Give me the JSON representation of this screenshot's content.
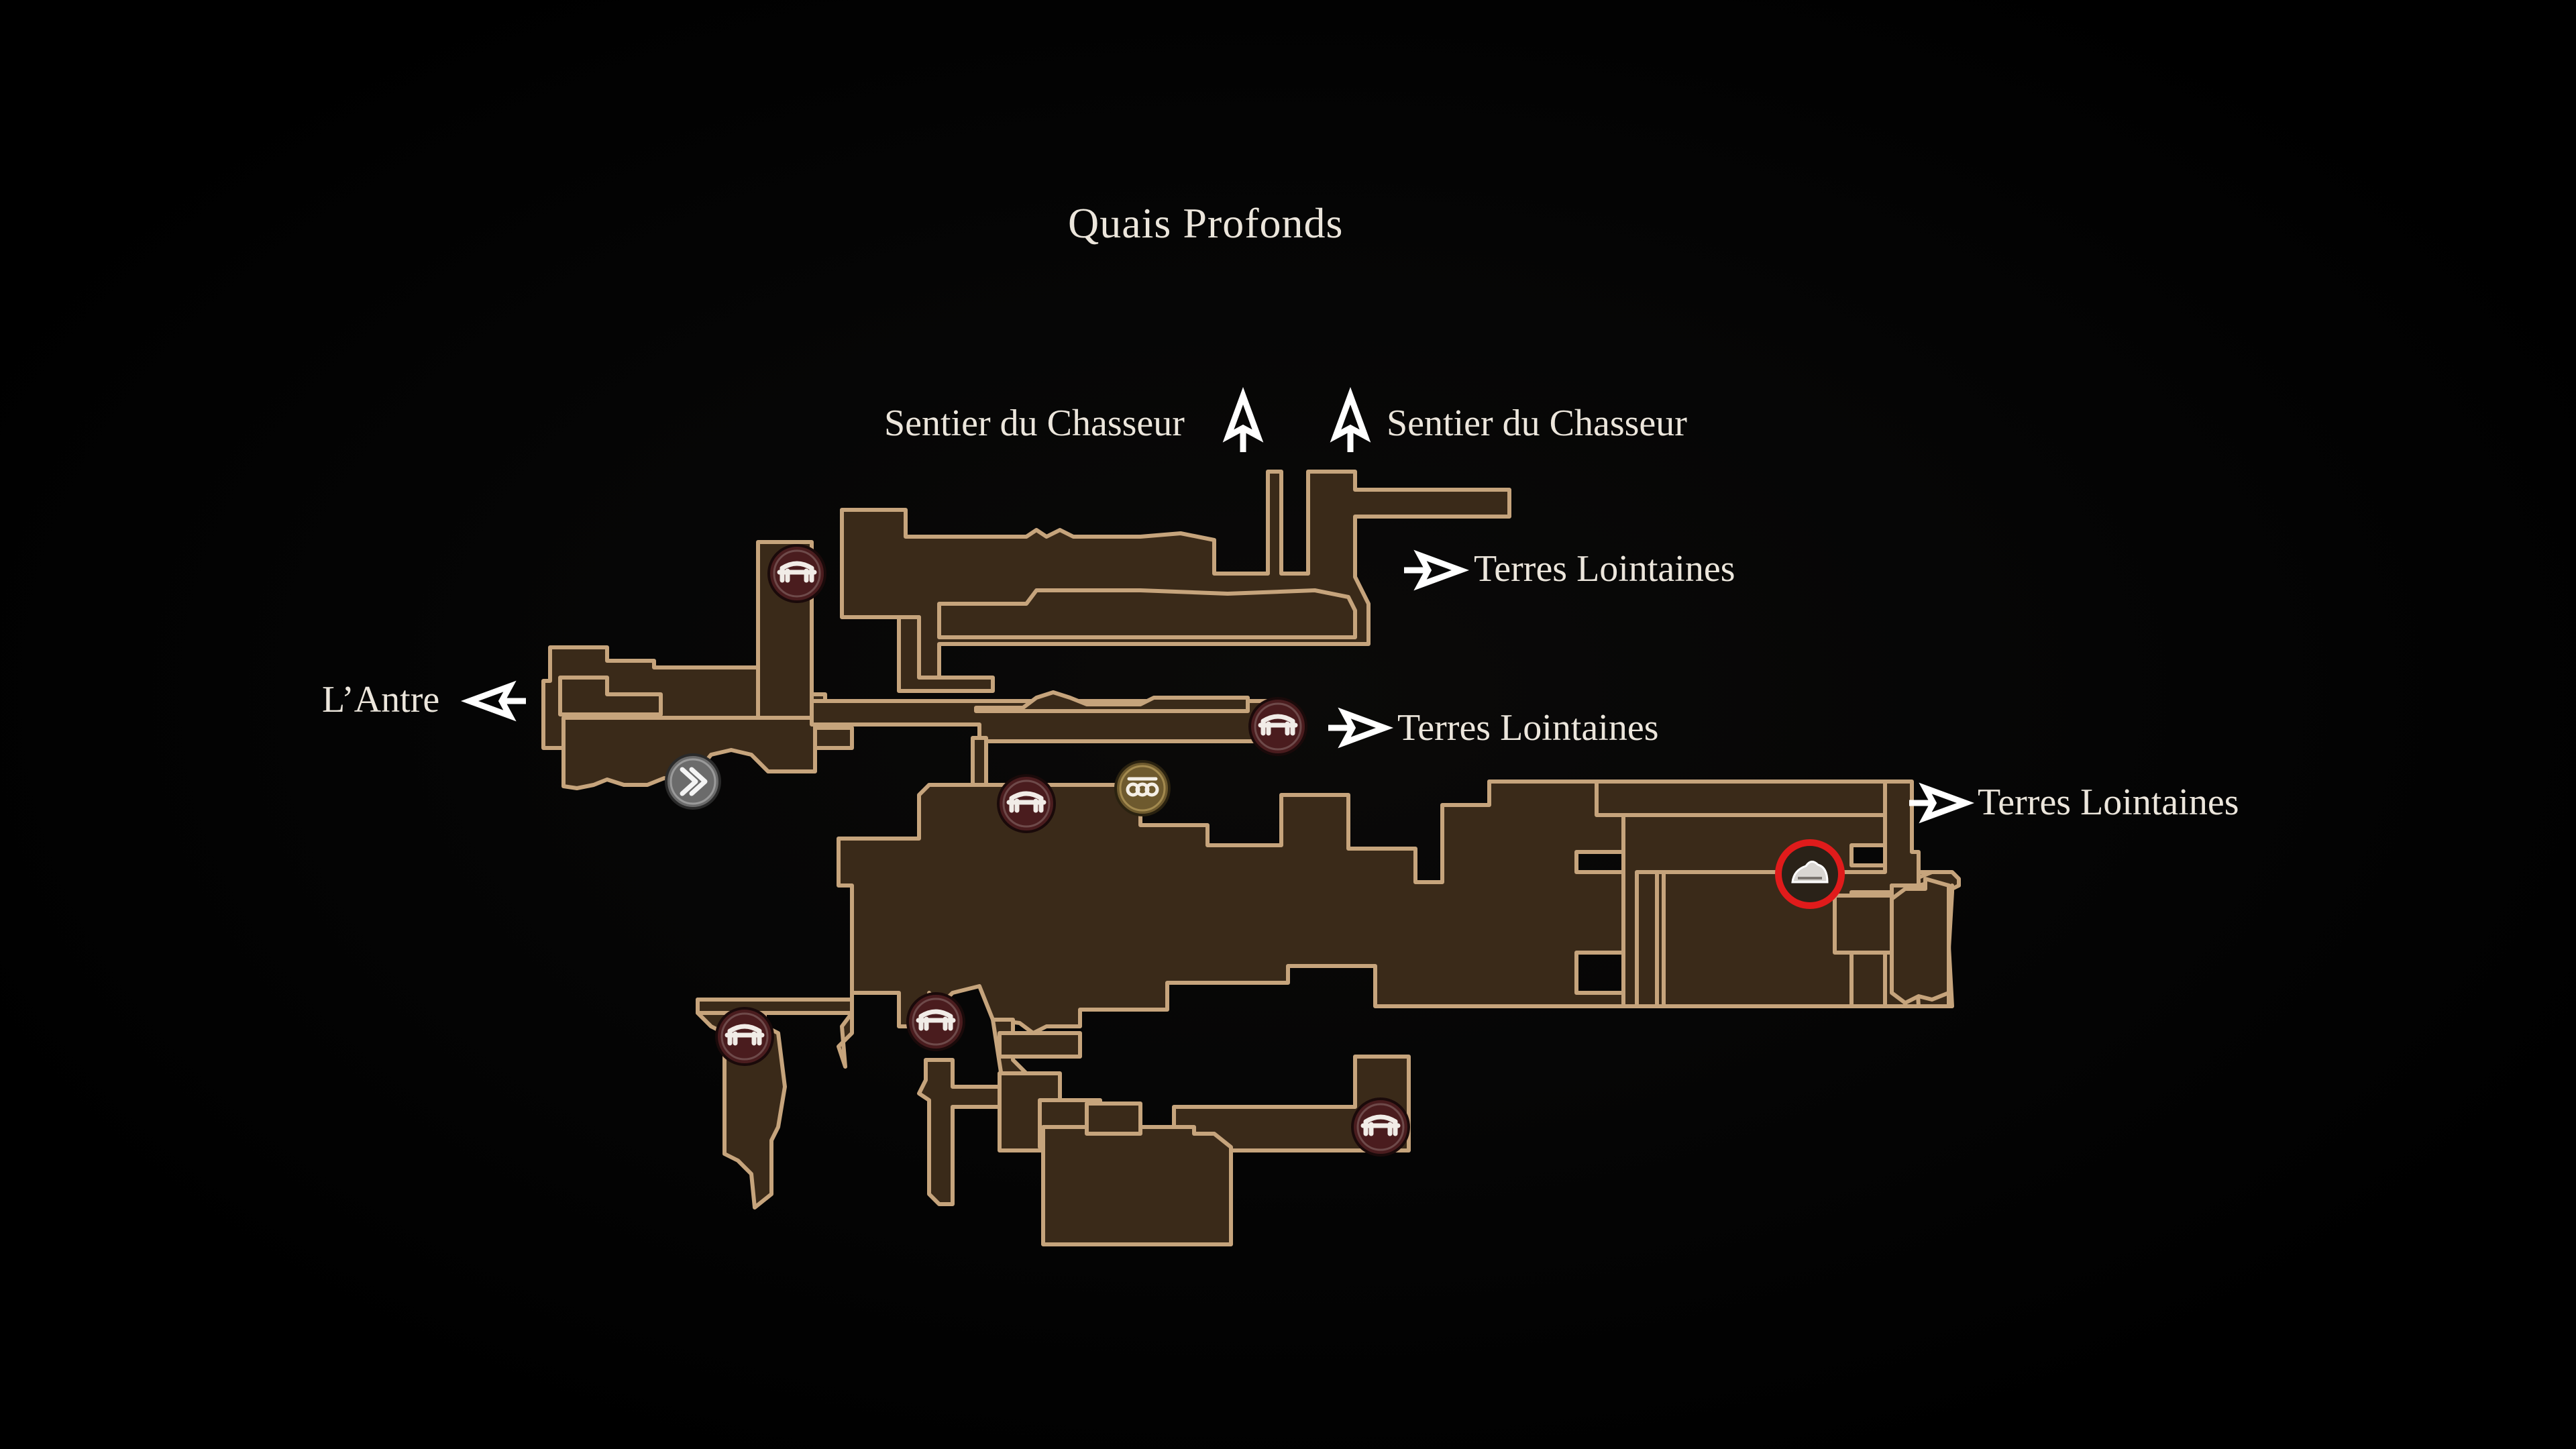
{
  "map": {
    "area_name": "Quais Profonds",
    "exits": {
      "sentier_left": "Sentier du Chasseur",
      "sentier_right": "Sentier du Chasseur",
      "terres_upper": "Terres Lointaines",
      "terres_middle": "Terres Lointaines",
      "terres_right": "Terres Lointaines",
      "antre": "L’Antre"
    },
    "icons": {
      "bench": "bench-icon",
      "exit": "exit-arrow-icon",
      "fast_travel": "fast-travel-icon",
      "vendor": "vendor-icon",
      "player": "player-marker-icon"
    },
    "colors": {
      "room_fill": "#3a2a19",
      "room_outline": "#c6a47c",
      "highlight_ring": "#e01b1b",
      "text": "#ece6dc"
    }
  }
}
